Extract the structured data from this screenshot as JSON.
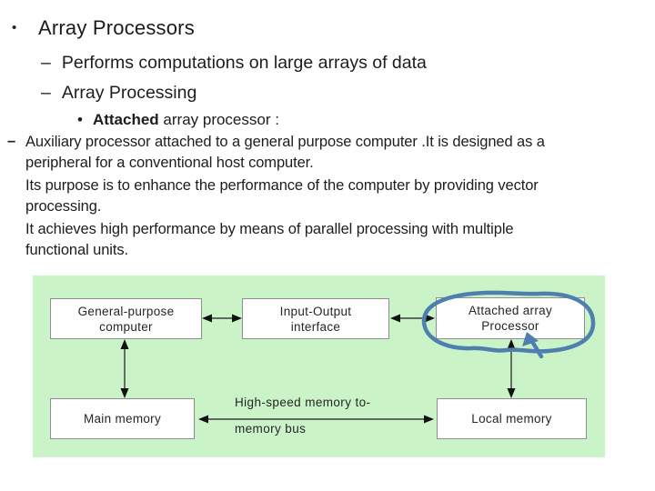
{
  "slide": {
    "title_bullet": "•",
    "title": "Array Processors",
    "level2_items": [
      {
        "dash": "–",
        "text": "Performs computations on large arrays of data"
      },
      {
        "dash": "–",
        "text": "Array Processing"
      }
    ],
    "level3": {
      "bullet": "•",
      "heading_bold": "Attached",
      "heading_rest": " array processor :"
    },
    "body": {
      "dash": "–",
      "lines": [
        "Auxiliary processor attached to a general purpose computer .It is designed as a",
        "peripheral for a conventional host computer.",
        "Its purpose is to enhance the performance of the computer by providing vector",
        "processing.",
        "It achieves high performance by means of parallel processing with multiple",
        "functional units."
      ]
    }
  },
  "diagram": {
    "panel_bg": "#cbf3c8",
    "box_border": "#8f8f8f",
    "arrow_color": "#1a1a1a",
    "annotation_color": "#4e7fae",
    "boxes": [
      {
        "id": "general-purpose-computer",
        "lines": [
          "General-purpose",
          "computer"
        ]
      },
      {
        "id": "input-output-interface",
        "lines": [
          "Input-Output",
          "interface"
        ]
      },
      {
        "id": "attached-array-processor",
        "lines": [
          "Attached array",
          "Processor"
        ]
      },
      {
        "id": "main-memory",
        "lines": [
          "Main memory"
        ]
      },
      {
        "id": "local-memory",
        "lines": [
          "Local memory"
        ]
      }
    ],
    "bus_label_lines": [
      "High-speed memory to-",
      "memory bus"
    ],
    "connections": [
      {
        "from": "General-purpose computer",
        "to": "Input-Output interface",
        "type": "bidirectional"
      },
      {
        "from": "Input-Output interface",
        "to": "Attached array Processor",
        "type": "bidirectional"
      },
      {
        "from": "General-purpose computer",
        "to": "Main memory",
        "type": "bidirectional"
      },
      {
        "from": "Attached array Processor",
        "to": "Local memory",
        "type": "bidirectional"
      },
      {
        "from": "Main memory",
        "to": "Local memory",
        "type": "bidirectional",
        "label": "High-speed memory to- memory bus"
      }
    ],
    "annotation": {
      "type": "hand-drawn-circle",
      "target": "attached-array-processor"
    }
  }
}
